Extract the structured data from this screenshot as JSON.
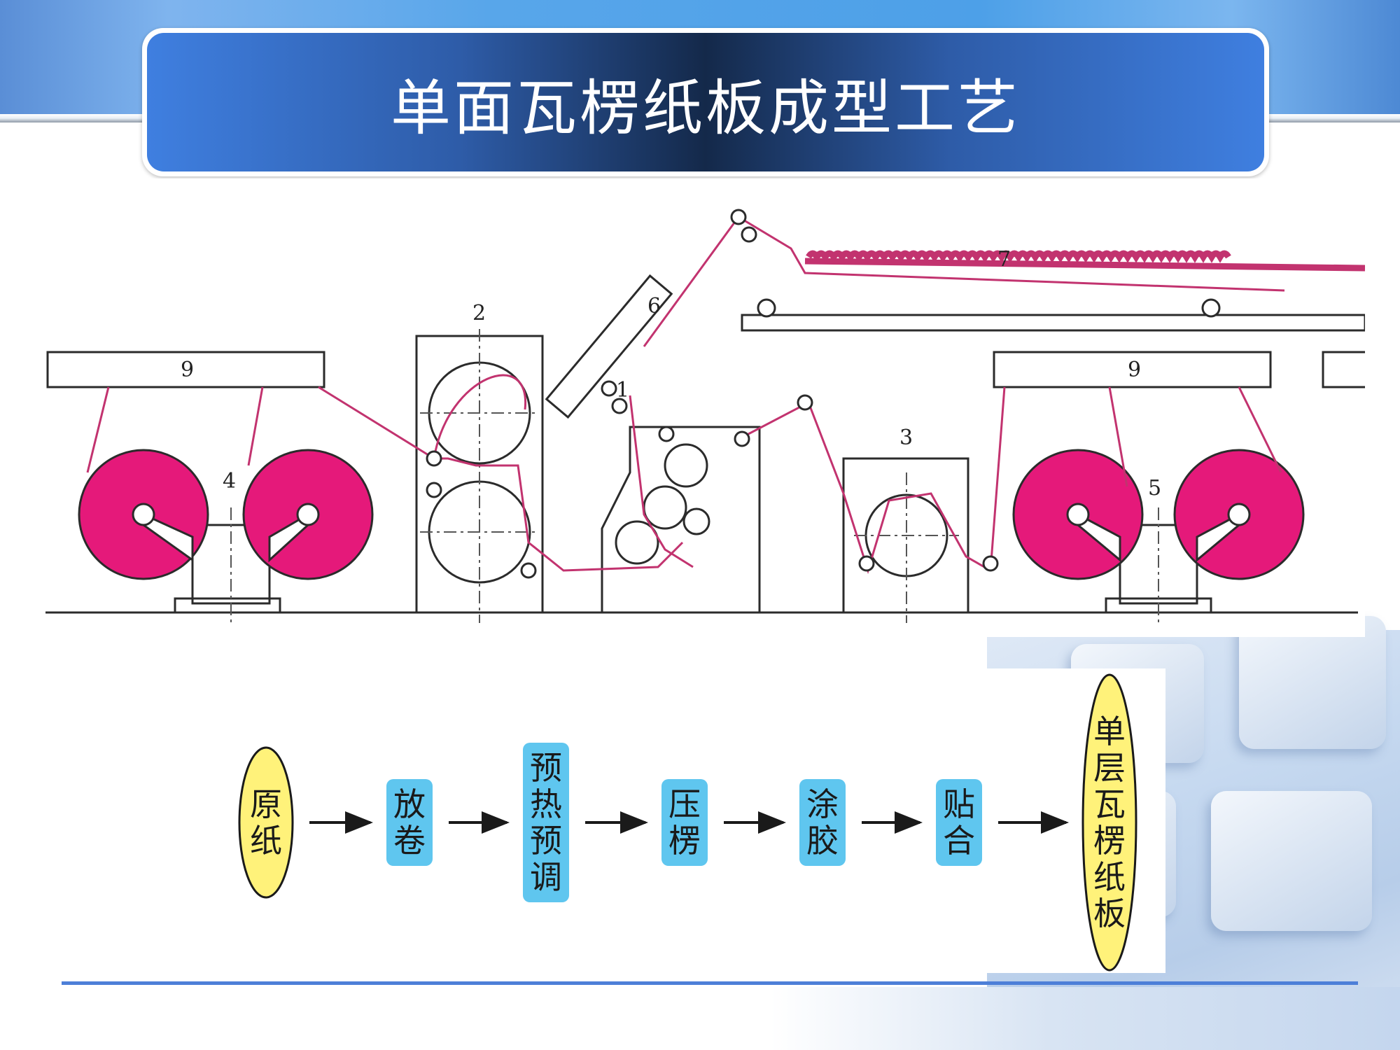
{
  "title": "单面瓦楞纸板成型工艺",
  "machine": {
    "labels": {
      "l1": "1",
      "l2": "2",
      "l3": "3",
      "l4": "4",
      "l5": "5",
      "l6": "6",
      "l7": "7",
      "l9a": "9",
      "l9b": "9"
    }
  },
  "flow": {
    "steps": [
      {
        "chars": [
          "原",
          "纸"
        ],
        "shape": "ellipse"
      },
      {
        "chars": [
          "放",
          "卷"
        ],
        "shape": "box"
      },
      {
        "chars": [
          "预",
          "热",
          "预",
          "调"
        ],
        "shape": "box"
      },
      {
        "chars": [
          "压",
          "楞"
        ],
        "shape": "box"
      },
      {
        "chars": [
          "涂",
          "胶"
        ],
        "shape": "box"
      },
      {
        "chars": [
          "贴",
          "合"
        ],
        "shape": "box"
      },
      {
        "chars": [
          "单",
          "层",
          "瓦",
          "楞",
          "纸",
          "板"
        ],
        "shape": "ellipse"
      }
    ]
  },
  "colors": {
    "paper_web": "#c2336f",
    "roll_fill": "#e5197a",
    "start_end_fill": "#fff27a",
    "step_fill": "#5fc6ef",
    "banner_dark": "#14294a",
    "banner_light": "#3f7fe0",
    "rule": "#4d7fd8"
  }
}
